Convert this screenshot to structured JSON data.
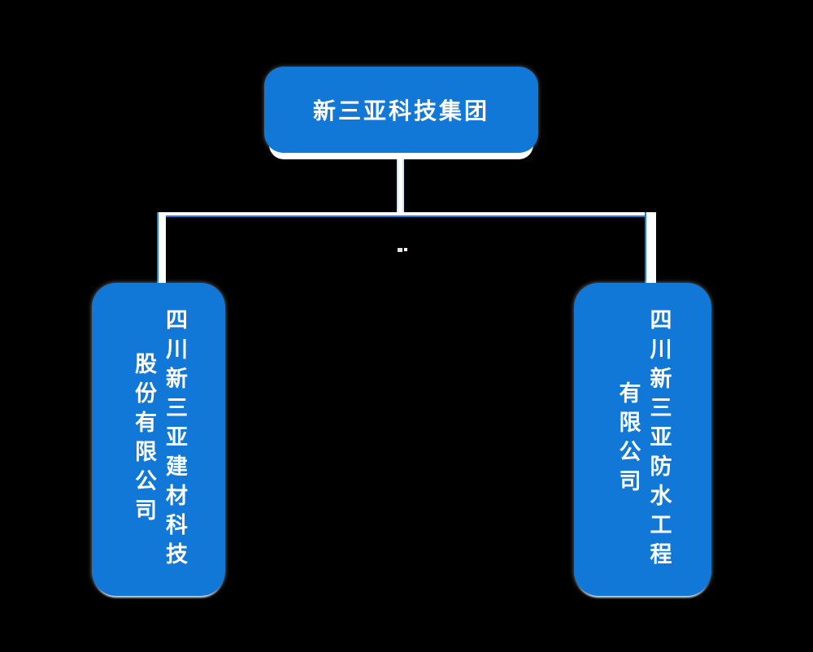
{
  "diagram": {
    "type": "org-chart",
    "background": "#000000",
    "node_fill": "#1278d7",
    "text_color": "#ffffff",
    "connector": {
      "line_color": "#ffffff",
      "accent_color": "#1e7fd9",
      "stem_edge_color": "#cfe6f8"
    },
    "root": {
      "label": "新三亚科技集团"
    },
    "children": [
      {
        "name": "四川新三亚建材科技股份有限公司",
        "line1": "四川新三亚建材科技",
        "line2": "股份有限公司"
      },
      {
        "name": "四川新三亚防水工程有限公司",
        "line1": "四川新三亚防水工程",
        "line2": "有限公司"
      }
    ]
  }
}
